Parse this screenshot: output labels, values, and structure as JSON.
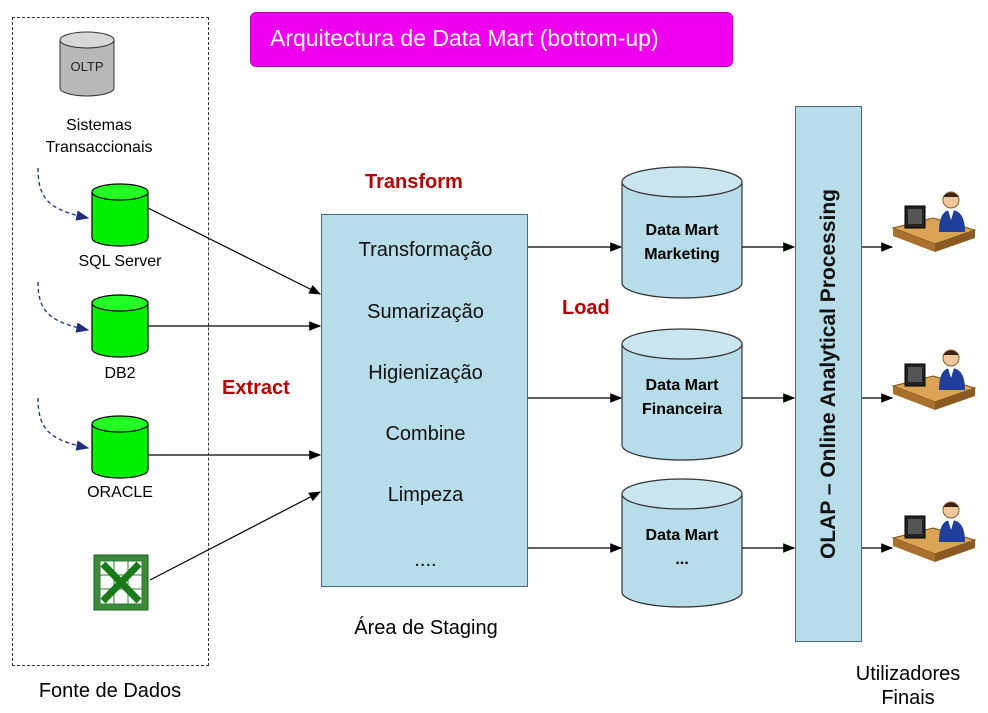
{
  "title": "Arquitectura de Data Mart (bottom-up)",
  "sources": {
    "oltp_label": "OLTP",
    "oltp_caption": "Sistemas\nTransaccionais",
    "sql_server": "SQL Server",
    "db2": "DB2",
    "oracle": "ORACLE",
    "panel_label": "Fonte de Dados"
  },
  "etl": {
    "extract": "Extract",
    "transform": "Transform",
    "load": "Load"
  },
  "staging": {
    "items": [
      "Transformação",
      "Sumarização",
      "Higienização",
      "Combine",
      "Limpeza",
      "...."
    ],
    "label": "Área de Staging"
  },
  "data_marts": [
    {
      "line1": "Data Mart",
      "line2": "Marketing"
    },
    {
      "line1": "Data Mart",
      "line2": "Financeira"
    },
    {
      "line1": "Data Mart",
      "line2": "..."
    }
  ],
  "olap": "OLAP – Online Analytical Processing",
  "end_users": "Utilizadores\nFinais",
  "colors": {
    "title_bg": "#ee00ee",
    "box_fill": "#b7dde8",
    "db_green": "#00ee00",
    "db_gray": "#b8b8b8",
    "etl_red": "#b30000"
  }
}
